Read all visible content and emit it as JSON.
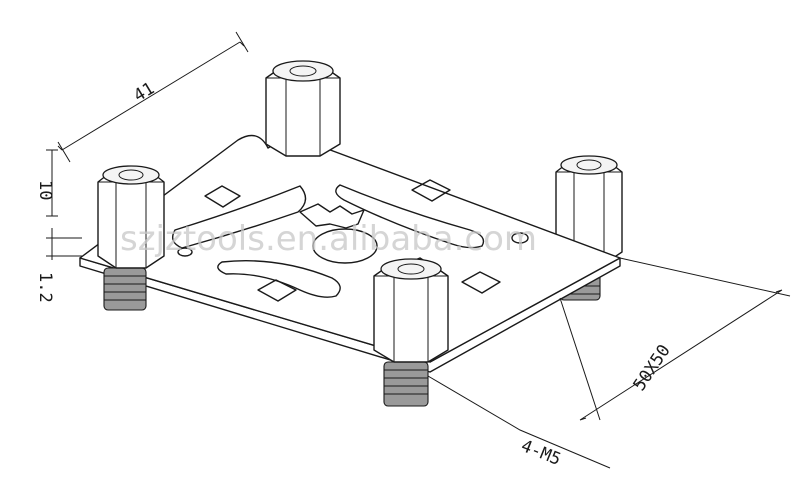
{
  "dimensions": {
    "top_length": "41",
    "height_standoff": "10",
    "plate_thickness": "1.2",
    "plate_size": "50X50",
    "thread_spec": "4-M5"
  },
  "watermark": "szjztools.en.alibaba.com",
  "colors": {
    "line": "#1a1a1a",
    "thread": "#9a9a9a",
    "watermark": "#c8c8c8"
  }
}
